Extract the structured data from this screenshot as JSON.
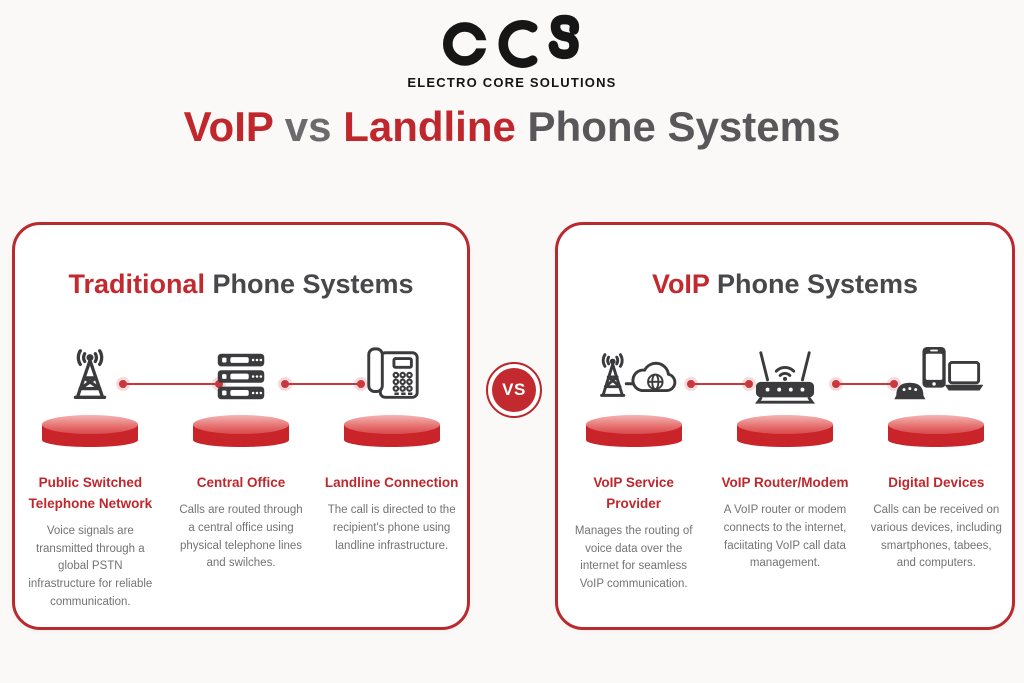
{
  "brand": {
    "mark": "ecs",
    "name": "ELECTRO CORE SOLUTIONS"
  },
  "title": {
    "accent1": "VoIP",
    "connector": "vs",
    "accent2": "Landline",
    "rest": "Phone Systems"
  },
  "vs_badge": "VS",
  "colors": {
    "accent_red": "#c0272d",
    "panel_border_red": "#b92a2e",
    "podium_red": "#c9242a",
    "heading_gray": "#48484a",
    "description_gray": "#737375",
    "icon_dark": "#3b3b3d"
  },
  "panels": [
    {
      "id": "traditional",
      "heading_accent": "Traditional",
      "heading_rest": "Phone Systems",
      "items": [
        {
          "icon": "cell-tower-icon",
          "title": "Public Switched Telephone Network",
          "description": "Voice signals are transmitted through a global PSTN infrastructure for reliable communication."
        },
        {
          "icon": "server-stack-icon",
          "title": "Central Office",
          "description": "Calls are routed through a central office using physical telephone lines and swilches."
        },
        {
          "icon": "desk-phone-icon",
          "title": "Landline Connection",
          "description": "The call is directed to the recipient's phone using landline infrastructure."
        }
      ]
    },
    {
      "id": "voip",
      "heading_accent": "VoIP",
      "heading_rest": "Phone Systems",
      "items": [
        {
          "icon": "tower-cloud-icon",
          "title": "VoIP Service Provider",
          "description": "Manages the routing of voice data over the internet for seamless VoIP communication."
        },
        {
          "icon": "voip-router-icon",
          "title": "VoIP Router/Modem",
          "description": "A VoIP router or modem connects to the internet, faciitating VoIP call data management."
        },
        {
          "icon": "digital-devices-icon",
          "title": "Digital Devices",
          "description": "Calls can be received on various devices, including smartphones, tabees, and computers."
        }
      ]
    }
  ]
}
